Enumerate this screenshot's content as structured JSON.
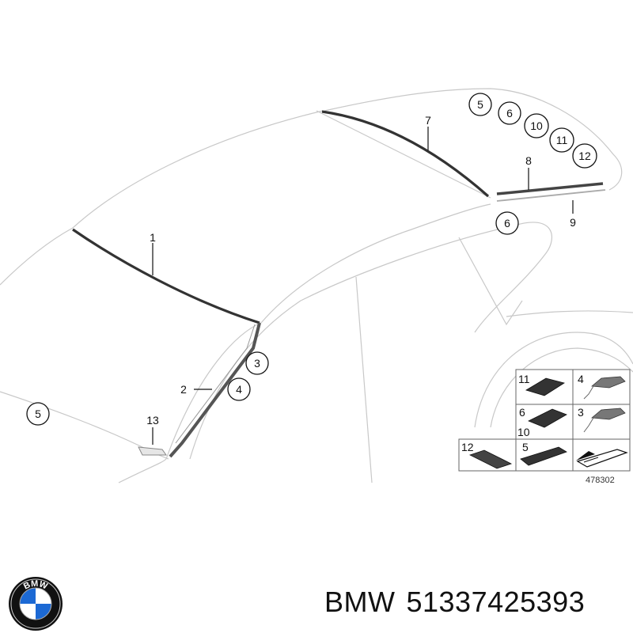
{
  "diagram": {
    "callouts": [
      {
        "id": "c5a",
        "label": "5"
      },
      {
        "id": "c6a",
        "label": "6"
      },
      {
        "id": "c10",
        "label": "10"
      },
      {
        "id": "c11",
        "label": "11"
      },
      {
        "id": "c12",
        "label": "12"
      },
      {
        "id": "c6b",
        "label": "6"
      },
      {
        "id": "c3",
        "label": "3"
      },
      {
        "id": "c4",
        "label": "4"
      },
      {
        "id": "c5b",
        "label": "5"
      }
    ],
    "labels": {
      "one": "1",
      "two": "2",
      "seven": "7",
      "eight": "8",
      "nine": "9",
      "thirteen": "13"
    },
    "inset": {
      "labels": {
        "eleven": "11",
        "four": "4",
        "six": "6",
        "ten": "10",
        "three": "3",
        "twelve": "12",
        "five": "5"
      },
      "ref_number": "478302"
    }
  },
  "footer": {
    "brand": "BMW",
    "part_number": "51337425393",
    "logo_letters": "BMW"
  },
  "colors": {
    "outline": "#c8c8c8",
    "trim": "#333333",
    "blue": "#1c69d4"
  }
}
